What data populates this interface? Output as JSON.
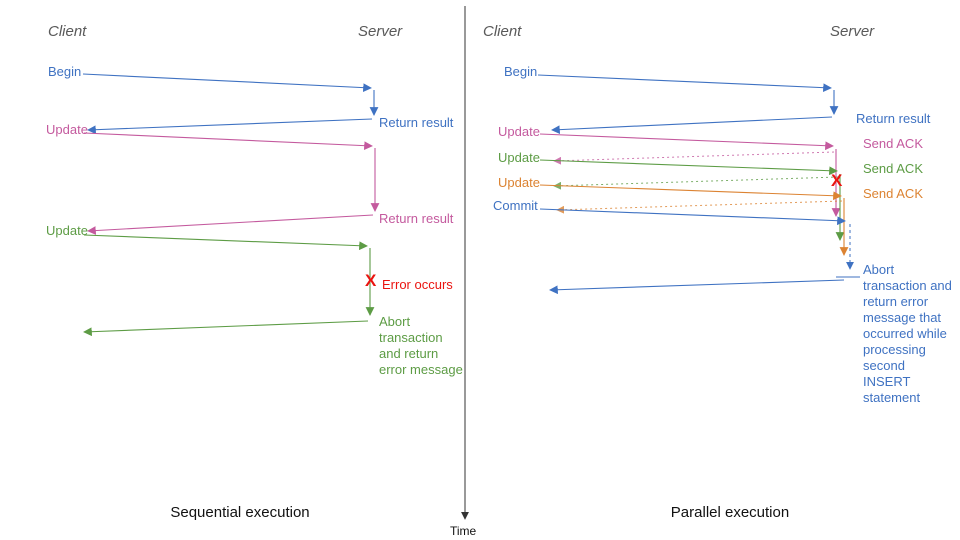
{
  "colors": {
    "blue": "#3f72c2",
    "pink": "#c45a9e",
    "green": "#5d9c45",
    "orange": "#dc8332",
    "red": "#ea1410",
    "actor_gray": "#595959",
    "axis": "#333333"
  },
  "timeline": {
    "label": "Time"
  },
  "left": {
    "title": "Sequential execution",
    "client": "Client",
    "server": "Server",
    "begin": "Begin",
    "return_result_1": "Return result",
    "update_1": "Update",
    "return_result_2": "Return result",
    "update_2": "Update",
    "error_mark": "X",
    "error_label": "Error occurs",
    "abort": "Abort transaction and return error message"
  },
  "right": {
    "title": "Parallel execution",
    "client": "Client",
    "server": "Server",
    "begin": "Begin",
    "return_result": "Return result",
    "update_1": "Update",
    "ack_1": "Send ACK",
    "update_2": "Update",
    "ack_2": "Send ACK",
    "update_3": "Update",
    "ack_3": "Send ACK",
    "commit": "Commit",
    "error_mark": "X",
    "abort": "Abort transaction and return error message that occurred while processing second INSERT statement"
  }
}
